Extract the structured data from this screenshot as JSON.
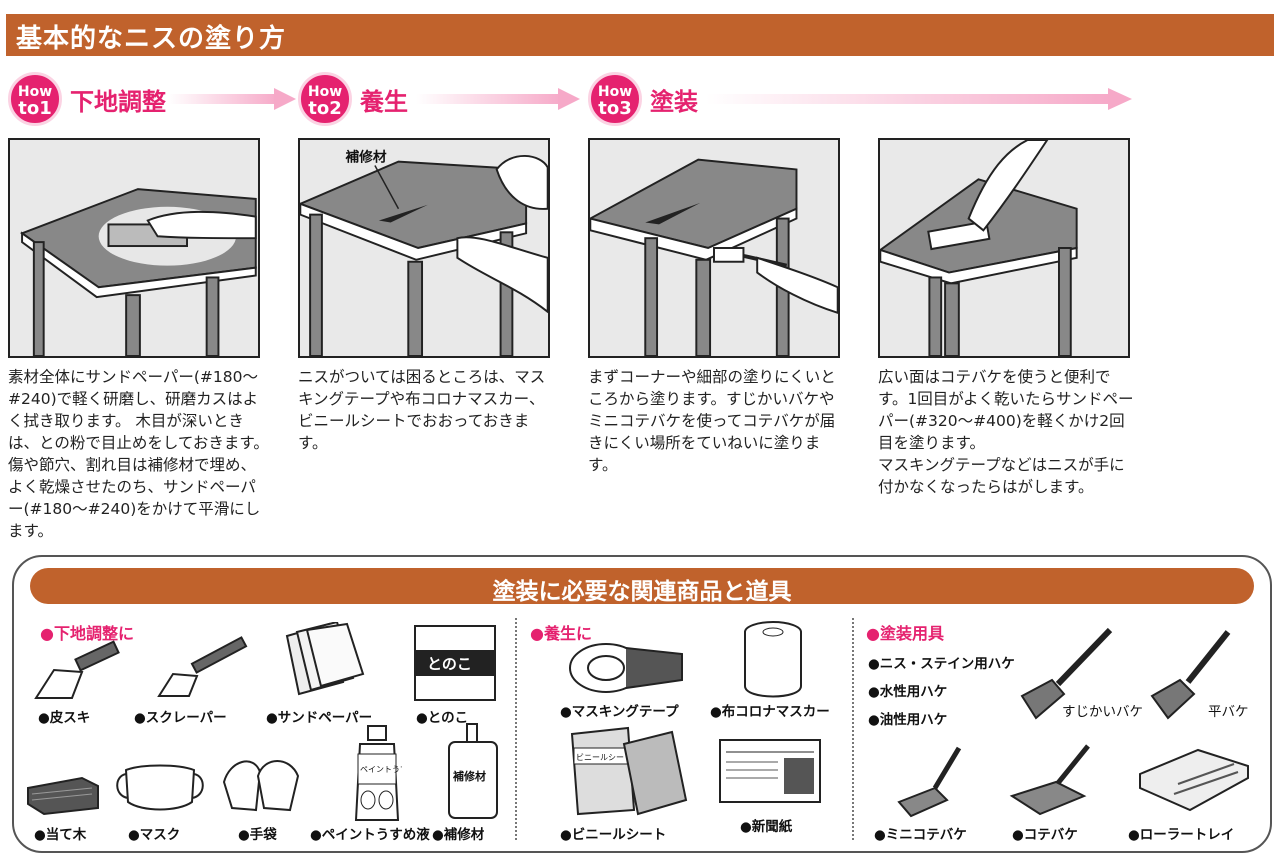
{
  "header": {
    "title": "基本的なニスの塗り方"
  },
  "steps": [
    {
      "badge_line1": "How",
      "badge_line2": "to1",
      "title": "下地調整"
    },
    {
      "badge_line1": "How",
      "badge_line2": "to2",
      "title": "養生"
    },
    {
      "badge_line1": "How",
      "badge_line2": "to3",
      "title": "塗装"
    }
  ],
  "illustrations": {
    "repair_label": "補修材"
  },
  "descriptions": [
    "素材全体にサンドペーパー(#180〜#240)で軽く研磨し、研磨カスはよく拭き取ります。 木目が深いときは、との粉で目止めをしておきます。傷や節穴、割れ目は補修材で埋め、よく乾燥させたのち、サンドペーパー(#180〜#240)をかけて平滑にします。",
    "ニスがついては困るところは、マスキングテープや布コロナマスカー、ビニールシートでおおっておきます。",
    "まずコーナーや細部の塗りにくいところから塗ります。すじかいバケやミニコテバケを使ってコテバケが届きにくい場所をていねいに塗ります。",
    "広い面はコテバケを使うと便利です。1回目がよく乾いたらサンドペーパー(#320〜#400)を軽くかけ2回目を塗ります。\nマスキングテープなどはニスが手に付かなくなったらはがします。"
  ],
  "tools_panel": {
    "title": "塗装に必要な関連商品と道具",
    "categories": [
      {
        "heading": "●下地調整に",
        "items": [
          "●皮スキ",
          "●スクレーパー",
          "●サンドペーパー",
          "●とのこ",
          "●当て木",
          "●マスク",
          "●手袋",
          "●ペイントうすめ液",
          "●補修材"
        ]
      },
      {
        "heading": "●養生に",
        "items": [
          "●マスキングテープ",
          "●布コロナマスカー",
          "●ビニールシート",
          "●新聞紙"
        ]
      },
      {
        "heading": "●塗装用具",
        "items": [
          "●ニス・ステイン用ハケ",
          "●水性用ハケ",
          "●油性用ハケ",
          "すじかいバケ",
          "平バケ",
          "●ミニコテバケ",
          "●コテバケ",
          "●ローラートレイ"
        ]
      }
    ],
    "product_labels": {
      "tonoko": "とのこ",
      "thinner": "ペイントうすめ液",
      "repair": "補修材",
      "vinyl": "ビニールシート"
    }
  },
  "colors": {
    "brown": "#c0622c",
    "pink": "#e5226f",
    "arrow": "#f6a9c8"
  }
}
